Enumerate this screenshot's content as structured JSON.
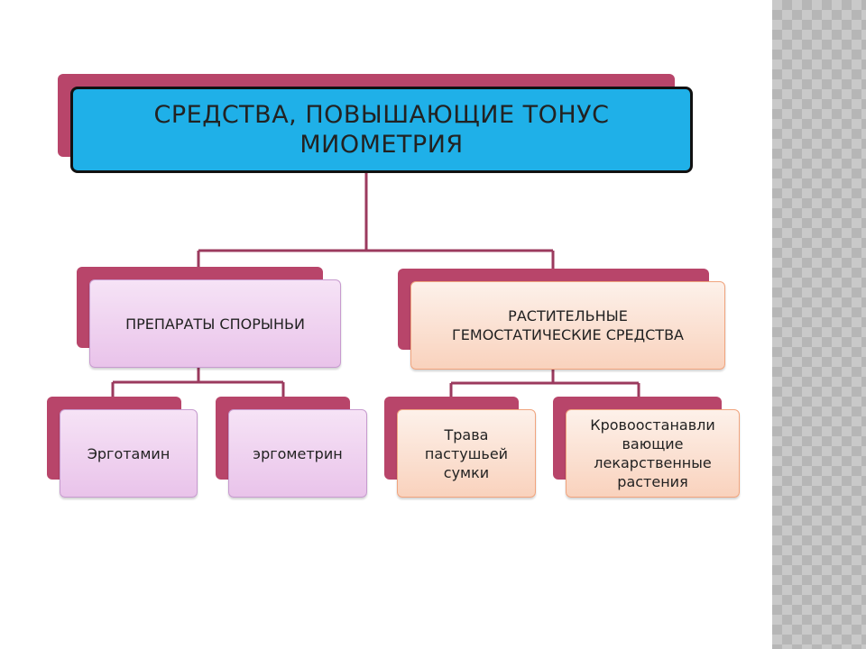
{
  "diagram": {
    "root": {
      "label": "СРЕДСТВА, ПОВЫШАЮЩИЕ ТОНУС\nМИОМЕТРИЯ"
    },
    "branches": [
      {
        "label": "ПРЕПАРАТЫ СПОРЫНЬИ",
        "children": [
          {
            "label": "Эрготамин"
          },
          {
            "label": "эргометрин"
          }
        ]
      },
      {
        "label": "РАСТИТЕЛЬНЫЕ\nГЕМОСТАТИЧЕСКИЕ СРЕДСТВА",
        "children": [
          {
            "label": "Трава\nпастушьей\nсумки"
          },
          {
            "label": "Кровоостанавли\nвающие\nлекарственные\nрастения"
          }
        ]
      }
    ]
  },
  "colors": {
    "root_fill": "#1fb0e8",
    "shadow_fill": "#b8456a",
    "connector": "#9b3a5e",
    "branch1_fill": "#e9c3ea",
    "branch2_fill": "#f9d2bd",
    "sidebar_pattern": "#c9c9c9"
  }
}
